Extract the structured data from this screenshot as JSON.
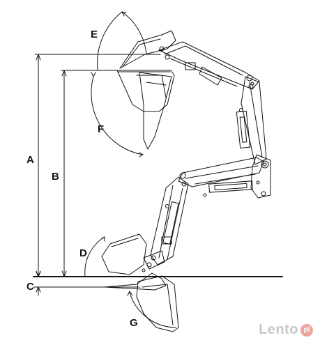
{
  "labels": {
    "A": "A",
    "B": "B",
    "C": "C",
    "D": "D",
    "E": "E",
    "F": "F",
    "G": "G"
  },
  "watermark": {
    "text": "Lento",
    "badge": "pl"
  },
  "colors": {
    "line": "#111111",
    "watermark": "#9a9a9a",
    "watermark_badge": "#e05a4a"
  }
}
